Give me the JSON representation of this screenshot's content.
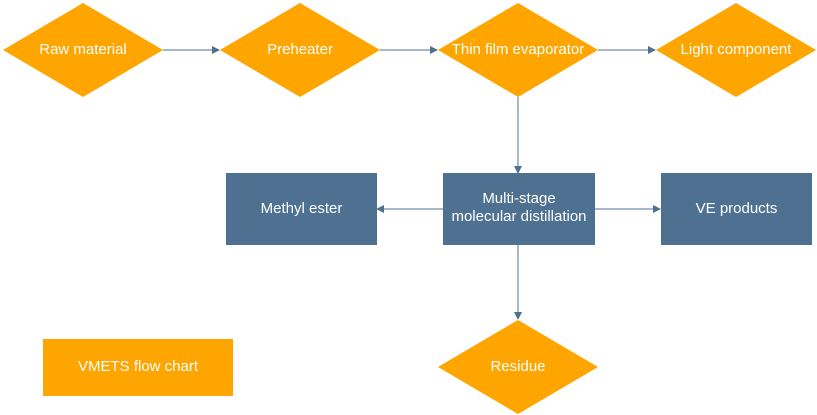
{
  "colors": {
    "diamond": "#ffa500",
    "box": "#4f7191",
    "arrow": "#4f7191",
    "text": "#ffffff"
  },
  "diagram": {
    "nodes": {
      "raw_material": "Raw material",
      "preheater": "Preheater",
      "thin_film_evaporator": "Thin film evaporator",
      "light_component": "Light component",
      "methyl_ester": "Methyl ester",
      "distillation_line1": "Multi-stage",
      "distillation_line2": "molecular distillation",
      "ve_products": "VE products",
      "residue": "Residue"
    },
    "legend": "VMETS flow chart",
    "edges": [
      [
        "raw_material",
        "preheater"
      ],
      [
        "preheater",
        "thin_film_evaporator"
      ],
      [
        "thin_film_evaporator",
        "light_component"
      ],
      [
        "thin_film_evaporator",
        "multi_stage_molecular_distillation"
      ],
      [
        "multi_stage_molecular_distillation",
        "methyl_ester"
      ],
      [
        "multi_stage_molecular_distillation",
        "ve_products"
      ],
      [
        "multi_stage_molecular_distillation",
        "residue"
      ]
    ]
  }
}
